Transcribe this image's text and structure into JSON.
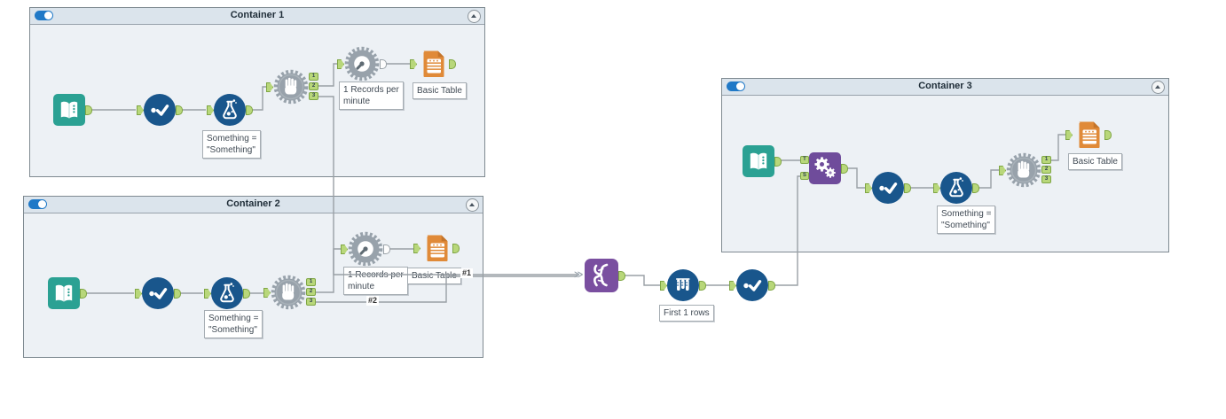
{
  "app": {
    "name": "workflow canvas"
  },
  "containers": [
    {
      "title": "Container 1",
      "enabled": true
    },
    {
      "title": "Container 2",
      "enabled": true
    },
    {
      "title": "Container 3",
      "enabled": true
    }
  ],
  "annotations": {
    "formula_line1": "Something =",
    "formula_line2": "\"Something\"",
    "throttle_line1": "1 Records per",
    "throttle_line2": "minute",
    "table": "Basic Table",
    "sample": "First 1 rows"
  },
  "connection_labels": {
    "first": "#1",
    "second": "#2"
  },
  "anchor_labels": {
    "out1": "1",
    "out2": "2",
    "out3": "3",
    "target": "T",
    "source": "S"
  },
  "colors": {
    "canvas": "#ffffff",
    "container_body": "#edf1f5",
    "container_header": "#dbe4ec",
    "container_border": "#7f8a91",
    "connection": "#9aa0a5",
    "anchor_green": "#b8d77a",
    "anchor_border": "#7fa644",
    "tool_teal": "#2BA193",
    "tool_blue": "#19568C",
    "tool_gray": "#98a2ab",
    "tool_orange": "#E08A38",
    "tool_purple_union": "#7A4FA0",
    "tool_purple_macro": "#6F4C9B",
    "toggle_on": "#2079C7"
  }
}
